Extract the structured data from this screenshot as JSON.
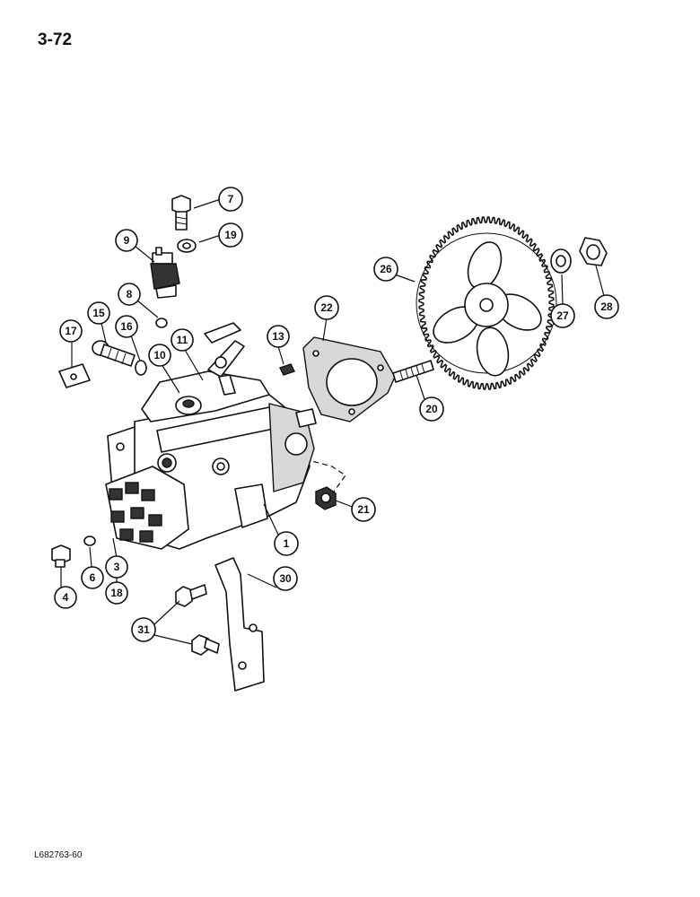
{
  "page": {
    "number": "3-72",
    "figure_code": "L682763-60"
  },
  "callouts": [
    {
      "id": "c1",
      "label": "1"
    },
    {
      "id": "c3",
      "label": "3"
    },
    {
      "id": "c4",
      "label": "4"
    },
    {
      "id": "c6",
      "label": "6"
    },
    {
      "id": "c7",
      "label": "7"
    },
    {
      "id": "c8",
      "label": "8"
    },
    {
      "id": "c9",
      "label": "9"
    },
    {
      "id": "c10",
      "label": "10"
    },
    {
      "id": "c11",
      "label": "11"
    },
    {
      "id": "c13",
      "label": "13"
    },
    {
      "id": "c15",
      "label": "15"
    },
    {
      "id": "c16",
      "label": "16"
    },
    {
      "id": "c17",
      "label": "17"
    },
    {
      "id": "c18",
      "label": "18"
    },
    {
      "id": "c19",
      "label": "19"
    },
    {
      "id": "c20",
      "label": "20"
    },
    {
      "id": "c21",
      "label": "21"
    },
    {
      "id": "c22",
      "label": "22"
    },
    {
      "id": "c26",
      "label": "26"
    },
    {
      "id": "c27",
      "label": "27"
    },
    {
      "id": "c28",
      "label": "28"
    },
    {
      "id": "c30",
      "label": "30"
    },
    {
      "id": "c31",
      "label": "31"
    }
  ]
}
